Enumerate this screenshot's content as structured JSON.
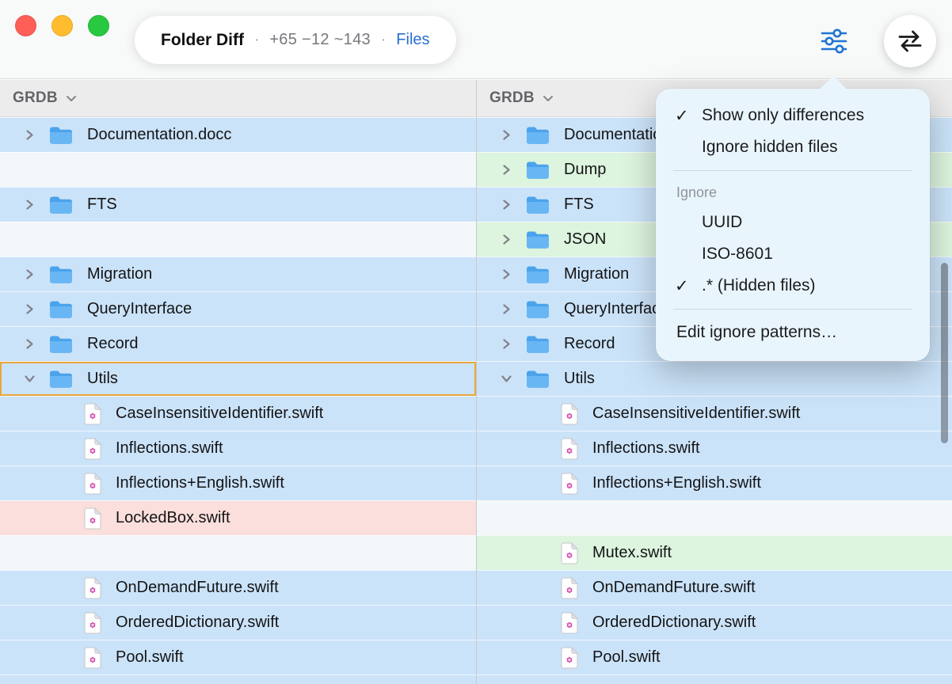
{
  "window": {
    "title": "Folder Diff",
    "separator": "·",
    "stats": "+65 −12 ~143",
    "files_label": "Files"
  },
  "colors": {
    "changed_row": "#cbe3f9",
    "added_row": "#ddf4de",
    "deleted_row": "#fadfdc",
    "accent_blue": "#1f74d4",
    "selection_border": "#e9a73b"
  },
  "left_pane": {
    "root": "GRDB",
    "rows": [
      {
        "type": "folder",
        "label": "Documentation.docc",
        "state": "changed",
        "expanded": false
      },
      {
        "type": "empty",
        "state": "empty"
      },
      {
        "type": "folder",
        "label": "FTS",
        "state": "changed",
        "expanded": false
      },
      {
        "type": "empty",
        "state": "empty"
      },
      {
        "type": "folder",
        "label": "Migration",
        "state": "changed",
        "expanded": false
      },
      {
        "type": "folder",
        "label": "QueryInterface",
        "state": "changed",
        "expanded": false
      },
      {
        "type": "folder",
        "label": "Record",
        "state": "changed",
        "expanded": false
      },
      {
        "type": "folder",
        "label": "Utils",
        "state": "changed",
        "expanded": true,
        "selected": true
      },
      {
        "type": "file",
        "label": "CaseInsensitiveIdentifier.swift",
        "state": "changed"
      },
      {
        "type": "file",
        "label": "Inflections.swift",
        "state": "changed"
      },
      {
        "type": "file",
        "label": "Inflections+English.swift",
        "state": "changed"
      },
      {
        "type": "file",
        "label": "LockedBox.swift",
        "state": "deleted"
      },
      {
        "type": "empty",
        "state": "empty"
      },
      {
        "type": "file",
        "label": "OnDemandFuture.swift",
        "state": "changed"
      },
      {
        "type": "file",
        "label": "OrderedDictionary.swift",
        "state": "changed"
      },
      {
        "type": "file",
        "label": "Pool.swift",
        "state": "changed"
      },
      {
        "type": "partial",
        "state": "changed"
      }
    ]
  },
  "right_pane": {
    "root": "GRDB",
    "rows": [
      {
        "type": "folder",
        "label": "Documentation.docc",
        "state": "changed",
        "expanded": false
      },
      {
        "type": "folder",
        "label": "Dump",
        "state": "added",
        "expanded": false
      },
      {
        "type": "folder",
        "label": "FTS",
        "state": "changed",
        "expanded": false
      },
      {
        "type": "folder",
        "label": "JSON",
        "state": "added",
        "expanded": false
      },
      {
        "type": "folder",
        "label": "Migration",
        "state": "changed",
        "expanded": false
      },
      {
        "type": "folder",
        "label": "QueryInterface",
        "state": "changed",
        "expanded": false
      },
      {
        "type": "folder",
        "label": "Record",
        "state": "changed",
        "expanded": false
      },
      {
        "type": "folder",
        "label": "Utils",
        "state": "changed",
        "expanded": true
      },
      {
        "type": "file",
        "label": "CaseInsensitiveIdentifier.swift",
        "state": "changed"
      },
      {
        "type": "file",
        "label": "Inflections.swift",
        "state": "changed"
      },
      {
        "type": "file",
        "label": "Inflections+English.swift",
        "state": "changed"
      },
      {
        "type": "empty",
        "state": "empty"
      },
      {
        "type": "file",
        "label": "Mutex.swift",
        "state": "added"
      },
      {
        "type": "file",
        "label": "OnDemandFuture.swift",
        "state": "changed"
      },
      {
        "type": "file",
        "label": "OrderedDictionary.swift",
        "state": "changed"
      },
      {
        "type": "file",
        "label": "Pool.swift",
        "state": "changed"
      },
      {
        "type": "partial",
        "state": "changed"
      }
    ]
  },
  "popover": {
    "check_glyph": "✓",
    "toggles": [
      {
        "label": "Show only differences",
        "checked": true
      },
      {
        "label": "Ignore hidden files",
        "checked": false
      }
    ],
    "ignore_section": {
      "header": "Ignore",
      "items": [
        {
          "label": "UUID",
          "checked": false
        },
        {
          "label": "ISO-8601",
          "checked": false
        },
        {
          "label": ".* (Hidden files)",
          "checked": true
        }
      ]
    },
    "edit_label": "Edit ignore patterns…"
  }
}
